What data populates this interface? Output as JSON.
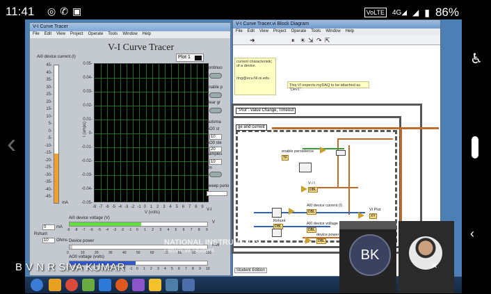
{
  "status_bar": {
    "time": "11:41",
    "notification_icons": [
      "whatsapp-icon",
      "phone-icon",
      "teams-icon"
    ],
    "network": "VoLTE",
    "network_gen": "4G",
    "battery": "86%"
  },
  "front_panel": {
    "window_title": "V-I Curve Tracer",
    "menu": [
      "File",
      "Edit",
      "View",
      "Project",
      "Operate",
      "Tools",
      "Window",
      "Help"
    ],
    "panel_title": "V-I Curve Tracer",
    "plot_legend": "Plot 1",
    "ai_current_label": "AI0 device current (I)",
    "ai_scale": [
      "45-",
      "40-",
      "35-",
      "30-",
      "25-",
      "20-",
      "15-",
      "10-",
      "5-",
      "0-",
      "-5-",
      "-10-",
      "-15-",
      "-20-",
      "-25-",
      "-30-",
      "-35-",
      "-40-",
      "-45-"
    ],
    "ai_unit": "mA",
    "graph_y_ticks": [
      "0.05-",
      "0.04-",
      "0.03-",
      "0.02-",
      "0.01-",
      "0-",
      "-0.01-",
      "-0.02-",
      "-0.03-",
      "-0.04-",
      "-0.05-"
    ],
    "graph_x_ticks": [
      "-8",
      "-7",
      "-6",
      "-5",
      "-4",
      "-3",
      "-2",
      "-1",
      "0",
      "1",
      "2",
      "3",
      "4",
      "5",
      "6",
      "7",
      "8",
      "9"
    ],
    "y_axis_title": "I (amps)",
    "x_axis_title": "V (volts)",
    "ai_voltage_label": "AI0 device voltage (V)",
    "ai_voltage_ticks": [
      "-9",
      "-8",
      "-7",
      "-6",
      "-5",
      "-4",
      "-3",
      "-2",
      "-1",
      "0",
      "1",
      "2",
      "3",
      "4",
      "5",
      "6",
      "7",
      "8",
      "9"
    ],
    "ai_voltage_unit": "V",
    "rshunt_label": "Rshunt",
    "rshunt_value": "10",
    "rshunt_unit": "Ohms",
    "current_value": "0",
    "device_power_label": "Device power",
    "device_power_ticks": [
      "0",
      "10",
      "20",
      "30",
      "40",
      "50",
      "60",
      "70",
      "80",
      "90",
      "100"
    ],
    "device_power_unit": "mW",
    "ao_voltage_label": "AO0 voltage (volts)",
    "ao_voltage_ticks": [
      "-10",
      "-9",
      "-8",
      "-7",
      "-6",
      "-5",
      "-4",
      "-3",
      "-2",
      "-1",
      "0",
      "1",
      "2",
      "3",
      "4",
      "5",
      "6",
      "7",
      "8",
      "9",
      "10"
    ],
    "right_controls": [
      "continuo",
      "enable p",
      "clear gr",
      "Automa",
      "AO0 st",
      "AO0 ste",
      "samples",
      "On",
      "sweep perio",
      "V-I"
    ],
    "right_values": [
      "10",
      "20",
      "10"
    ]
  },
  "block_diagram": {
    "window_title": "V-I Curve Tracer.vi Block Diagram",
    "menu": [
      "File",
      "Edit",
      "View",
      "Project",
      "Operate",
      "Tools",
      "Window",
      "Help"
    ],
    "note1": "current characteristic of a device.",
    "note2": "ring@ecu.NI.ni.edu",
    "note3": "This VI expects myDAQ to be attached as \"Dev1\".",
    "event_selector": "\"Plot\": Value Change, Timeout",
    "frame_label": "ge and current",
    "labels": [
      "enable persistence",
      "V / I",
      "AI0 device current (I)",
      "Rshunt",
      "AI0 device voltage (V)",
      "device power",
      "VI Plot"
    ],
    "footer": "Student Edition"
  },
  "watermark": {
    "brand": "NATIONAL INSTRUMENTS",
    "product": "LabVIEW Student"
  },
  "presenter_name": "B V N R SIVA KUMAR",
  "participant_initials": "BK",
  "colors": {
    "graph_bg": "#000000",
    "grid": "#1f6e1f",
    "current_fill": "#f0a030",
    "voltage_fill": "#66dd44",
    "ao_fill": "#2f57c8",
    "avatar_bg": "#3b4260"
  }
}
